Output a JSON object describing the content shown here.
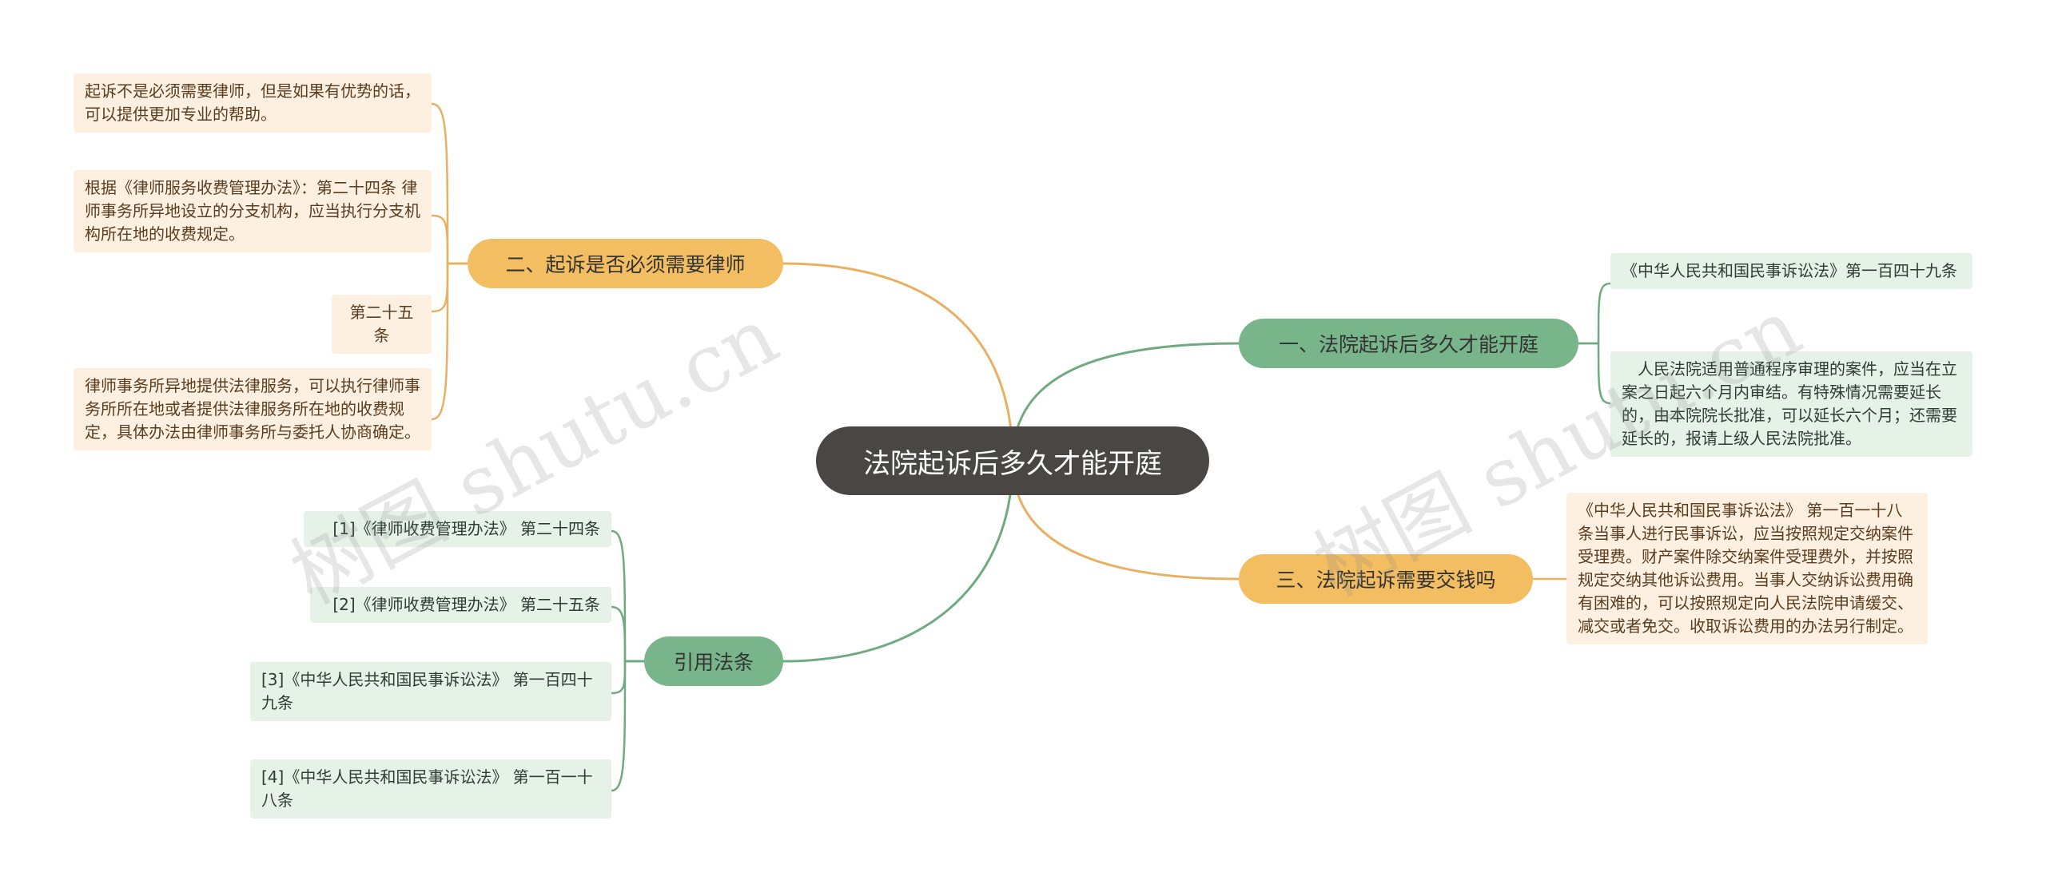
{
  "root": {
    "label": "法院起诉后多久才能开庭"
  },
  "branches": {
    "b1": {
      "label": "一、法院起诉后多久才能开庭",
      "leaves": [
        "《中华人民共和国民事诉讼法》第一百四十九条",
        "人民法院适用普通程序审理的案件，应当在立案之日起六个月内审结。有特殊情况需要延长的，由本院院长批准，可以延长六个月；还需要延长的，报请上级人民法院批准。"
      ]
    },
    "b2": {
      "label": "二、起诉是否必须需要律师",
      "leaves": [
        "起诉不是必须需要律师，但是如果有优势的话，可以提供更加专业的帮助。",
        "根据《律师服务收费管理办法》：第二十四条 律师事务所异地设立的分支机构，应当执行分支机构所在地的收费规定。",
        "第二十五条",
        "律师事务所异地提供法律服务，可以执行律师事务所所在地或者提供法律服务所在地的收费规定，具体办法由律师事务所与委托人协商确定。"
      ]
    },
    "b3": {
      "label": "三、法院起诉需要交钱吗",
      "leaves": [
        "《中华人民共和国民事诉讼法》 第一百一十八条当事人进行民事诉讼，应当按照规定交纳案件受理费。财产案件除交纳案件受理费外，并按照规定交纳其他诉讼费用。当事人交纳诉讼费用确有困难的，可以按照规定向人民法院申请缓交、减交或者免交。收取诉讼费用的办法另行制定。"
      ]
    },
    "b4": {
      "label": "引用法条",
      "leaves": [
        "[1]《律师收费管理办法》 第二十四条",
        "[2]《律师收费管理办法》 第二十五条",
        "[3]《中华人民共和国民事诉讼法》 第一百四十九条",
        "[4]《中华人民共和国民事诉讼法》 第一百一十八条"
      ]
    }
  },
  "watermark": "树图 shutu.cn",
  "colors": {
    "root": "#4a4644",
    "orange_branch": "#f3bd61",
    "green_branch": "#79b58a",
    "orange_leaf": "#fdf0e1",
    "green_leaf": "#e6f1e8",
    "orange_line": "#e8b060",
    "green_line": "#6faa80"
  }
}
